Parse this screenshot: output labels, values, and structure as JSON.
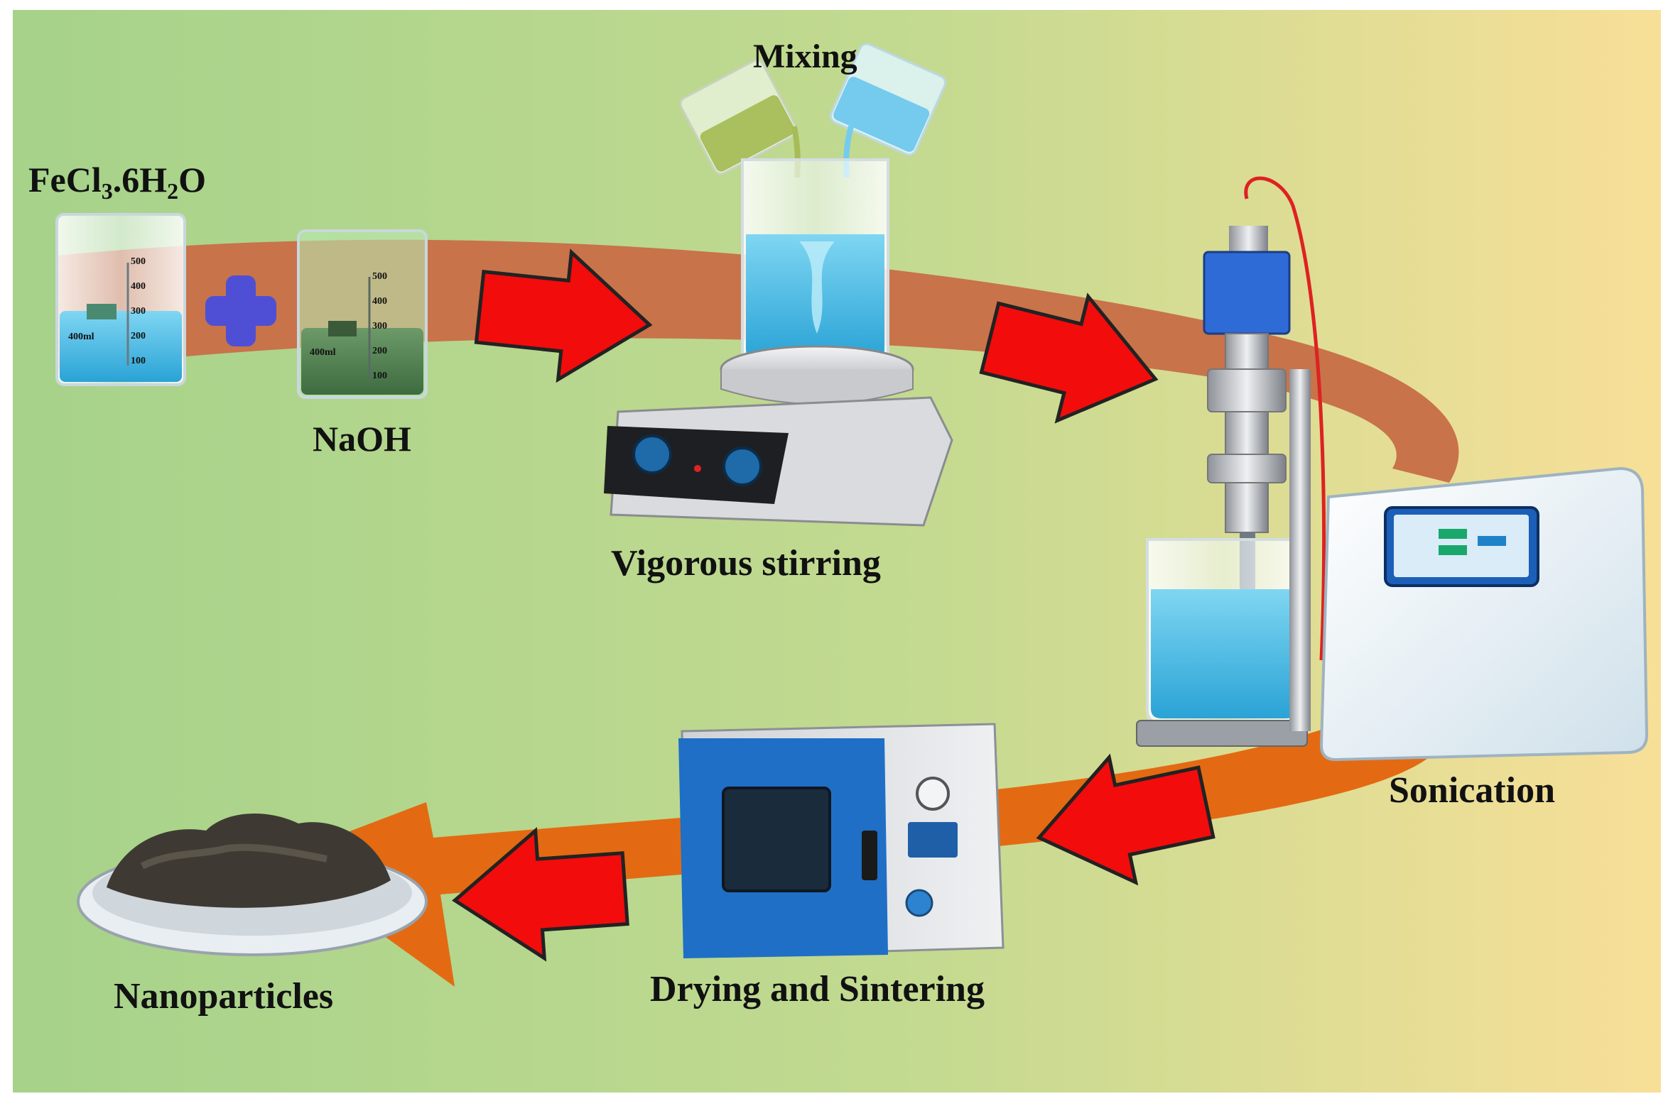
{
  "labels": {
    "fecl3_main": "FeCl",
    "fecl3_sub1": "3",
    "fecl3_mid": ".6H",
    "fecl3_sub2": "2",
    "fecl3_end": "O",
    "naoh": "NaOH",
    "mixing": "Mixing",
    "stirring": "Vigorous stirring",
    "sonication": "Sonication",
    "drying": "Drying and Sintering",
    "nanoparticles": "Nanoparticles"
  },
  "beakers": {
    "fecl3_ticks": [
      "500",
      "400",
      "300",
      "200",
      "100"
    ],
    "fecl3_volume": "400ml",
    "naoh_ticks": [
      "500",
      "400",
      "300",
      "200",
      "100"
    ],
    "naoh_volume": "400ml"
  },
  "colors": {
    "background_left": "#a6d28a",
    "background_right": "#f8df98",
    "flow_band": "#c8734a",
    "flow_arrow_lower": "#e36a12",
    "step_arrow": "#f20c0c",
    "plus": "#4f4fd6",
    "blue_solution": "#43b6df",
    "green_solution": "#4e7c4e",
    "oven_blue": "#1f6fc6"
  }
}
